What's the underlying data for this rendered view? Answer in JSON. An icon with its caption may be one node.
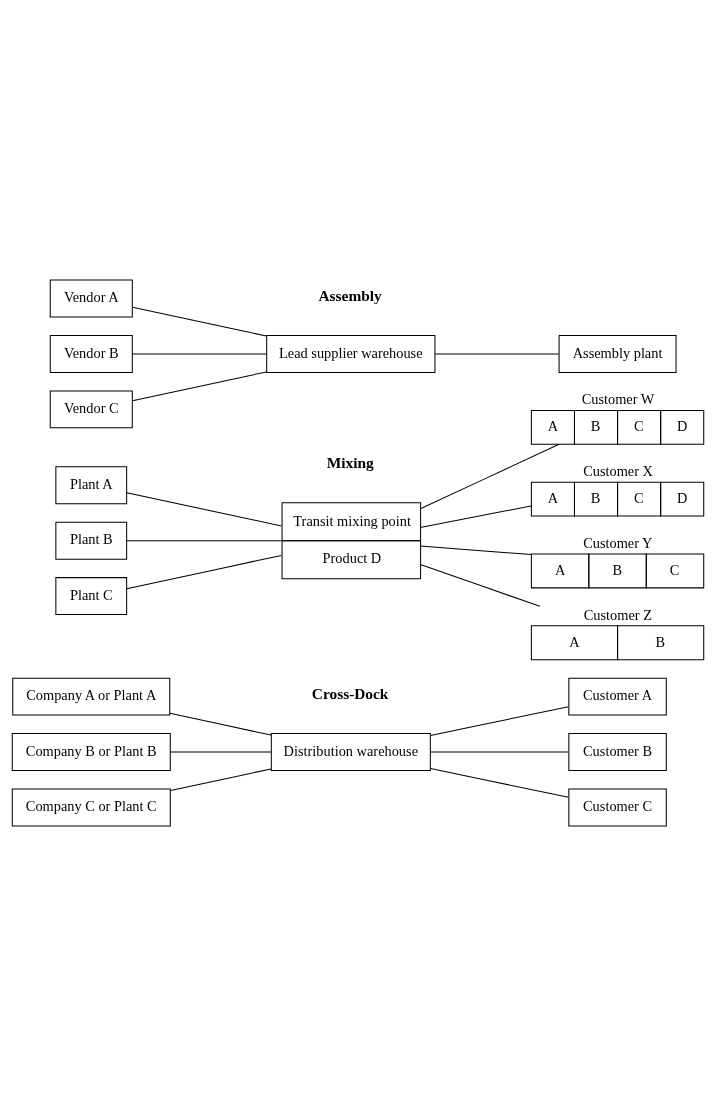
{
  "diagram": {
    "nodes": [
      {
        "text": [
          "Company A or Plant A"
        ]
      },
      {
        "text": [
          "Company B or Plant B"
        ]
      },
      {
        "text": [
          "Company C or Plant C"
        ]
      },
      {
        "text": [
          "Distribution warehouse"
        ]
      },
      {
        "text": [
          "Customer A"
        ]
      },
      {
        "text": [
          "Customer B"
        ]
      },
      {
        "text": [
          "Customer C"
        ]
      },
      {
        "text": [
          "Plant A"
        ]
      },
      {
        "text": [
          "Plant B"
        ]
      },
      {
        "text": [
          "Plant C"
        ]
      },
      {
        "text": [
          "Transit mixing point",
          "Product D"
        ]
      },
      {
        "text": [
          "Customer W",
          "A",
          "B",
          "C",
          "D"
        ]
      },
      {
        "text": [
          "Customer X",
          "A",
          "B",
          "C",
          "D"
        ]
      },
      {
        "text": [
          "Customer Y",
          "A",
          "B",
          "C"
        ]
      },
      {
        "text": [
          "Customer Z",
          "A",
          "B"
        ]
      },
      {
        "text": [
          "Vendor A"
        ]
      },
      {
        "text": [
          "Vendor B"
        ]
      },
      {
        "text": [
          "Vendor C"
        ]
      },
      {
        "text": [
          "Lead supplier warehouse"
        ]
      },
      {
        "text": [
          "Assembly plant"
        ]
      }
    ],
    "edges": [
      {
        "from": 0,
        "to": 3,
        "arrow": "none"
      },
      {
        "from": 1,
        "to": 3,
        "arrow": "none"
      },
      {
        "from": 2,
        "to": 3,
        "arrow": "none"
      },
      {
        "from": 3,
        "to": 4,
        "arrow": "none"
      },
      {
        "from": 3,
        "to": 5,
        "arrow": "none"
      },
      {
        "from": 3,
        "to": 6,
        "arrow": "none"
      },
      {
        "from": 7,
        "to": 10,
        "arrow": "none"
      },
      {
        "from": 8,
        "to": 10,
        "arrow": "none"
      },
      {
        "from": 9,
        "to": 10,
        "arrow": "none"
      },
      {
        "from": 10,
        "to": 11,
        "arrow": "none"
      },
      {
        "from": 10,
        "to": 12,
        "arrow": "none"
      },
      {
        "from": 10,
        "to": 13,
        "arrow": "none"
      },
      {
        "from": 10,
        "to": 14,
        "arrow": "none"
      },
      {
        "from": 15,
        "to": 18,
        "arrow": "none"
      },
      {
        "from": 16,
        "to": 18,
        "arrow": "none"
      },
      {
        "from": 17,
        "to": 18,
        "arrow": "none"
      },
      {
        "from": 18,
        "to": 19,
        "arrow": "none"
      }
    ],
    "labels": [
      "Cross-Dock",
      "Mixing",
      "Assembly"
    ]
  }
}
